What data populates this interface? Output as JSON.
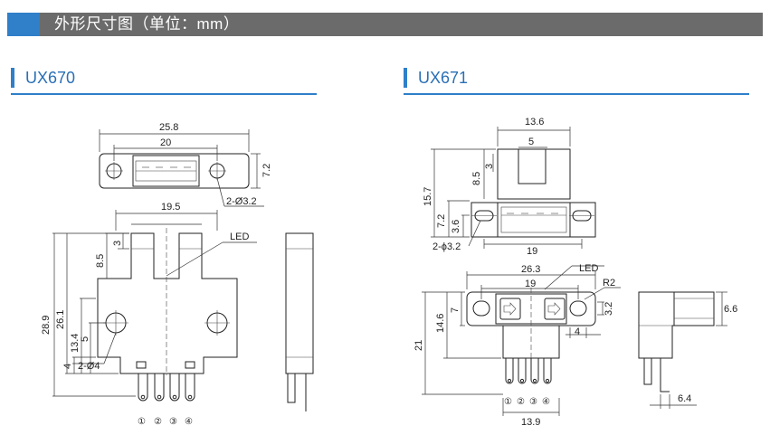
{
  "header": {
    "title": "外形尺寸图（单位：mm）"
  },
  "colors": {
    "accent": "#2f7fc9",
    "banner": "#6b6b6b"
  },
  "sections": [
    {
      "label": "UX670"
    },
    {
      "label": "UX671"
    }
  ],
  "ux670": {
    "top_view": {
      "w_outer": "25.8",
      "w_inner": "20",
      "h": "7.2",
      "hole": "2-Ø3.2"
    },
    "front_view": {
      "slot_w": "19.5",
      "slot_depth": "3",
      "arm": "8.5",
      "h_total": "28.9",
      "h_body": "26.1",
      "h_hole": "13.4",
      "h_5": "5",
      "h_4": "4",
      "hole": "2-Ø4",
      "led": "LED",
      "pins": [
        "①",
        "②",
        "③",
        "④"
      ]
    }
  },
  "ux671": {
    "top_view": {
      "w_top": "13.6",
      "slot": "5",
      "slot_depth": "3",
      "arm": "8.5",
      "h_total": "15.7",
      "h_72": "7.2",
      "h_36": "3.6",
      "w_19": "19",
      "hole": "2-ϕ3.2"
    },
    "front_view": {
      "w_outer": "26.3",
      "w_inner": "19",
      "radius": "R2",
      "led": "LED",
      "h_146": "14.6",
      "h_7": "7",
      "h_21": "21",
      "w_4": "4",
      "h_32": "3.2",
      "w_base": "13.9",
      "pins": [
        "①",
        "②",
        "③",
        "④"
      ]
    },
    "side_view": {
      "h": "6.6",
      "w": "6.4"
    }
  }
}
